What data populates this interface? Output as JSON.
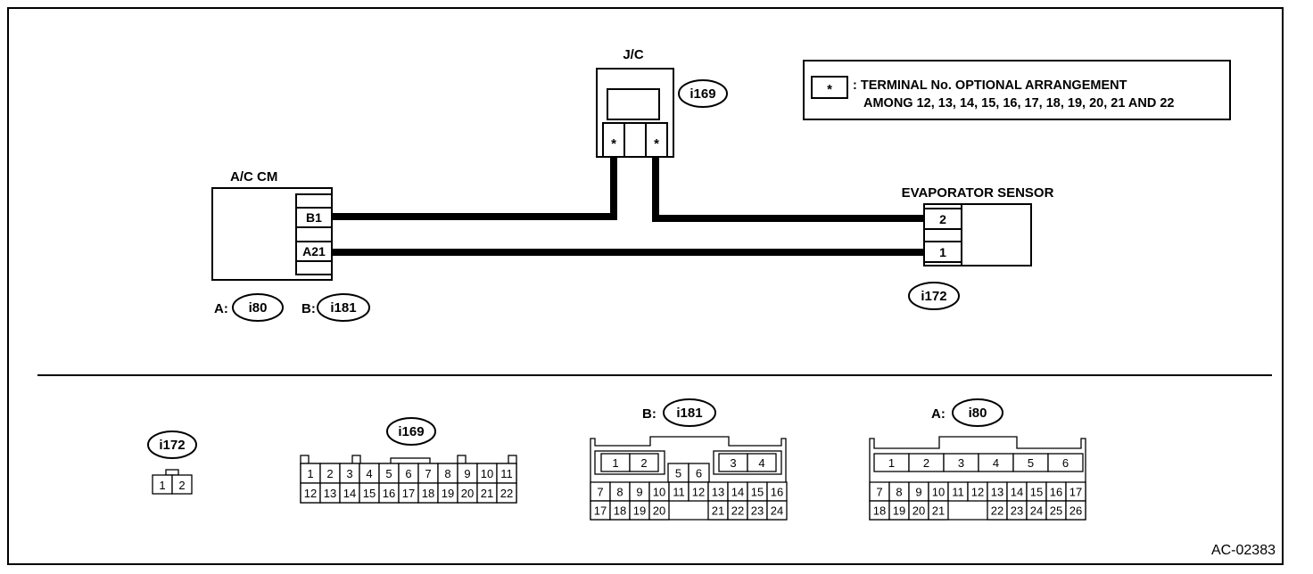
{
  "legend": {
    "symbol": "*",
    "line1": ": TERMINAL No. OPTIONAL ARRANGEMENT",
    "line2": "AMONG 12, 13, 14, 15, 16, 17, 18, 19, 20, 21 AND 22"
  },
  "jc": {
    "title": "J/C",
    "connector": "i169",
    "term_left": "*",
    "term_right": "*"
  },
  "ac_cm": {
    "title": "A/C CM",
    "pin_b1": "B1",
    "pin_a21": "A21",
    "conn_a_prefix": "A:",
    "conn_a": "i80",
    "conn_b_prefix": "B:",
    "conn_b": "i181"
  },
  "evap": {
    "title": "EVAPORATOR SENSOR",
    "pin_2": "2",
    "pin_1": "1",
    "connector": "i172"
  },
  "bottom": {
    "i172": {
      "label": "i172",
      "pins": [
        "1",
        "2"
      ]
    },
    "i169": {
      "label": "i169",
      "row1": [
        "1",
        "2",
        "3",
        "4",
        "5",
        "6",
        "7",
        "8",
        "9",
        "10",
        "11"
      ],
      "row2": [
        "12",
        "13",
        "14",
        "15",
        "16",
        "17",
        "18",
        "19",
        "20",
        "21",
        "22"
      ]
    },
    "i181": {
      "prefix": "B:",
      "label": "i181",
      "top_left": [
        "1",
        "2"
      ],
      "top_mid": [
        "5",
        "6"
      ],
      "top_right": [
        "3",
        "4"
      ],
      "row2_left": [
        "7",
        "8",
        "9",
        "10"
      ],
      "row2_mid": [
        "11",
        "12"
      ],
      "row2_right": [
        "13",
        "14",
        "15",
        "16"
      ],
      "row3_left": [
        "17",
        "18",
        "19",
        "20"
      ],
      "row3_right": [
        "21",
        "22",
        "23",
        "24"
      ]
    },
    "i80": {
      "prefix": "A:",
      "label": "i80",
      "row1": [
        "1",
        "2",
        "3",
        "4",
        "5",
        "6"
      ],
      "row2": [
        "7",
        "8",
        "9",
        "10",
        "11",
        "12",
        "13",
        "14",
        "15",
        "16",
        "17"
      ],
      "row3_left": [
        "18",
        "19",
        "20",
        "21"
      ],
      "row3_right": [
        "22",
        "23",
        "24",
        "25",
        "26"
      ]
    }
  },
  "figure_id": "AC-02383"
}
